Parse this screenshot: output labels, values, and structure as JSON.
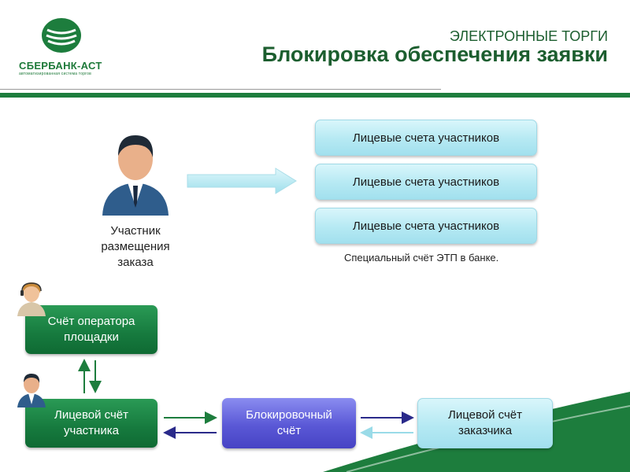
{
  "header": {
    "logo_name": "СБЕРБАНК-АСТ",
    "logo_subtitle": "автоматизированная система торгов",
    "kicker": "ЭЛЕКТРОННЫЕ ТОРГИ",
    "title": "Блокировка обеспечения заявки"
  },
  "participant": {
    "label_lines": [
      "Участник",
      "размещения",
      "заказа"
    ]
  },
  "accounts": {
    "items": [
      {
        "label": "Лицевые счета участников"
      },
      {
        "label": "Лицевые счета участников"
      },
      {
        "label": "Лицевые счета участников"
      }
    ],
    "caption": "Специальный счёт ЭТП в банке."
  },
  "flow": {
    "operator_account": {
      "lines": [
        "Счёт оператора",
        "площадки"
      ]
    },
    "participant_account": {
      "lines": [
        "Лицевой счёт",
        "участника"
      ]
    },
    "blocking_account": {
      "lines": [
        "Блокировочный",
        "счёт"
      ]
    },
    "customer_account": {
      "lines": [
        "Лицевой счёт",
        "заказчика"
      ]
    }
  },
  "colors": {
    "brand_green": "#1d7d3d",
    "account_cyan": "#b5e9f3",
    "blocking_purple": "#5a58d6",
    "arrow_dark_blue": "#2a2a8a",
    "arrow_light_cyan": "#9adbe8"
  }
}
